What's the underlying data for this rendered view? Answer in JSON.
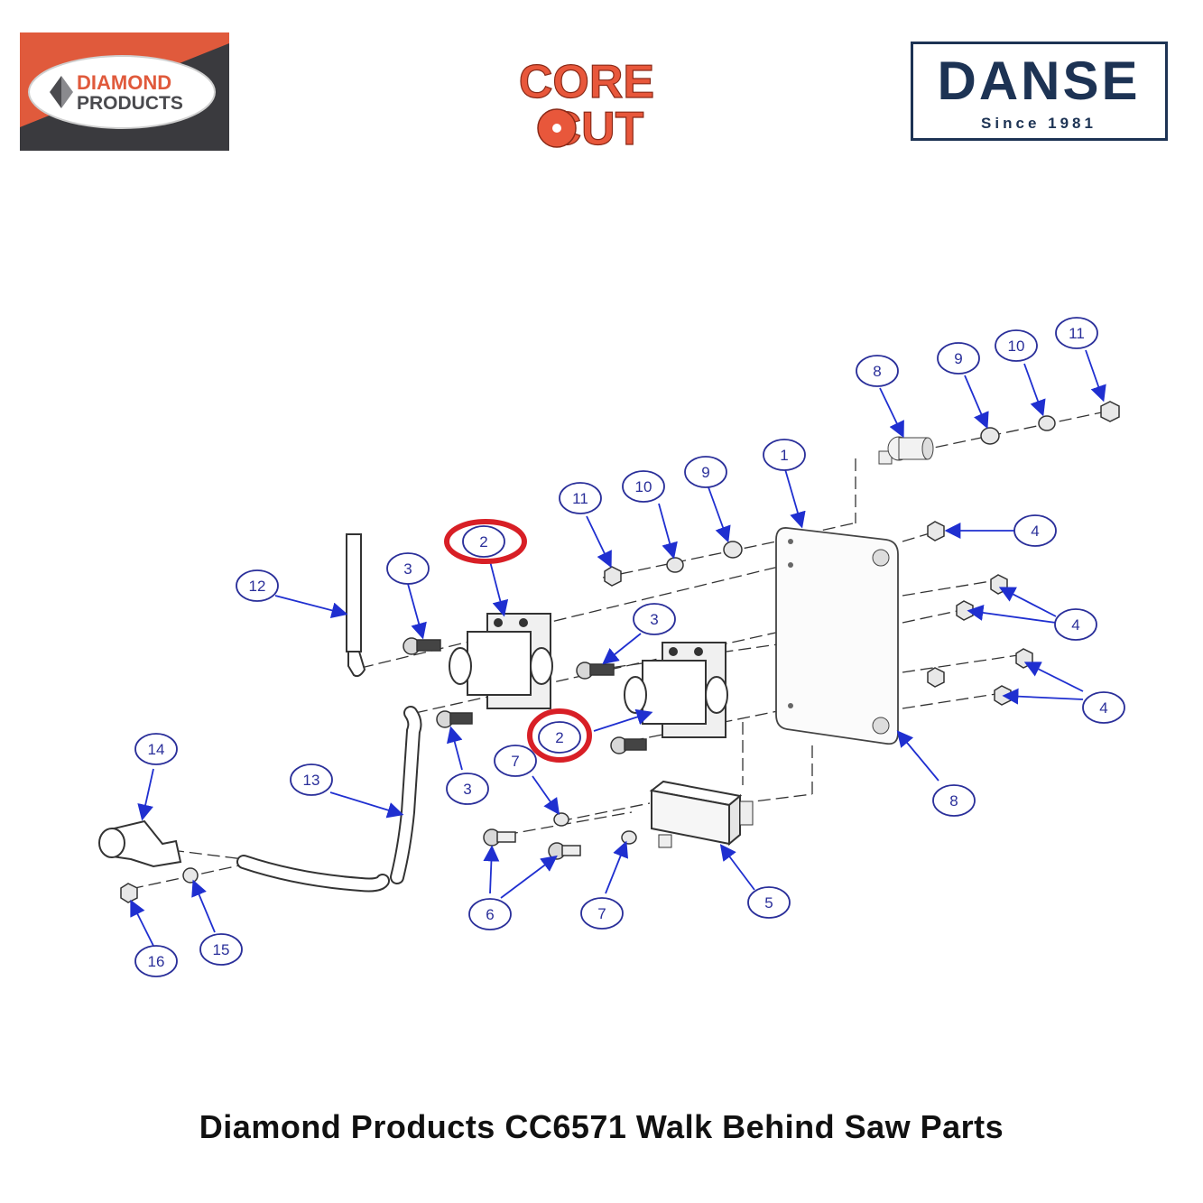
{
  "logos": {
    "diamond_products": {
      "line1": "DIAMOND",
      "line2": "PRODUCTS",
      "colors": {
        "orange": "#e05a3c",
        "dark": "#3a3a3e",
        "text_orange": "#e05a3c",
        "text_dark": "#4a4a4e"
      }
    },
    "core_cut": {
      "line1": "CORE",
      "line2": "CUT",
      "color": "#e8573b"
    },
    "danse": {
      "name": "DANSE",
      "tagline": "Since 1981",
      "color": "#1d3354"
    }
  },
  "diagram": {
    "callout_color": "#2a2f9a",
    "highlight_color": "#d81f26",
    "callouts": [
      {
        "id": "c1",
        "label": "1"
      },
      {
        "id": "c2a",
        "label": "2",
        "highlighted": true
      },
      {
        "id": "c2b",
        "label": "2",
        "highlighted": true
      },
      {
        "id": "c3a",
        "label": "3"
      },
      {
        "id": "c3b",
        "label": "3"
      },
      {
        "id": "c3c",
        "label": "3"
      },
      {
        "id": "c4a",
        "label": "4"
      },
      {
        "id": "c4b",
        "label": "4"
      },
      {
        "id": "c4c",
        "label": "4"
      },
      {
        "id": "c5",
        "label": "5"
      },
      {
        "id": "c6",
        "label": "6"
      },
      {
        "id": "c7a",
        "label": "7"
      },
      {
        "id": "c7b",
        "label": "7"
      },
      {
        "id": "c8a",
        "label": "8"
      },
      {
        "id": "c8b",
        "label": "8"
      },
      {
        "id": "c9a",
        "label": "9"
      },
      {
        "id": "c9b",
        "label": "9"
      },
      {
        "id": "c10a",
        "label": "10"
      },
      {
        "id": "c10b",
        "label": "10"
      },
      {
        "id": "c11a",
        "label": "11"
      },
      {
        "id": "c11b",
        "label": "11"
      },
      {
        "id": "c12",
        "label": "12"
      },
      {
        "id": "c13",
        "label": "13"
      },
      {
        "id": "c14",
        "label": "14"
      },
      {
        "id": "c15",
        "label": "15"
      },
      {
        "id": "c16",
        "label": "16"
      }
    ]
  },
  "footer": {
    "title": "Diamond Products CC6571 Walk Behind Saw Parts"
  }
}
